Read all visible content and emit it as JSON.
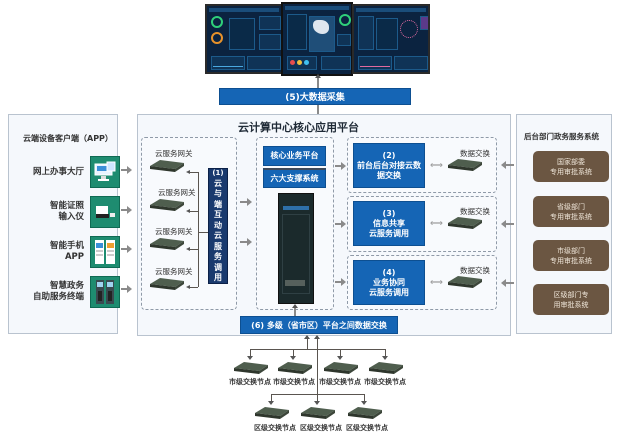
{
  "top": {
    "bigdata_label": "(5)大数据采集",
    "screens": [
      "dashboard-screen-left",
      "dashboard-screen-center",
      "dashboard-screen-right"
    ]
  },
  "left_panel": {
    "title": "云端设备客户端（APP）",
    "items": [
      {
        "lines": [
          "网上办事大厅"
        ],
        "icon": "desktop-monitor-icon"
      },
      {
        "lines": [
          "智能证照",
          "输入仪"
        ],
        "icon": "scanner-icon"
      },
      {
        "lines": [
          "智能手机",
          "APP"
        ],
        "icon": "mobile-app-icon"
      },
      {
        "lines": [
          "智慧政务",
          "自助服务终端"
        ],
        "icon": "kiosk-terminal-icon"
      }
    ]
  },
  "center": {
    "title": "云计算中心核心应用平台",
    "gateways": [
      "云服务网关",
      "云服务网关",
      "云服务网关",
      "云服务网关"
    ],
    "interaction_box": {
      "number": "(1)",
      "text": [
        "云",
        "与",
        "端",
        "互",
        "动",
        "云",
        "服",
        "务",
        "调",
        "用"
      ]
    },
    "core": {
      "business_platform": "核心业务平台",
      "support_systems": "六大支撑系统"
    },
    "services": [
      {
        "number": "(2)",
        "lines": [
          "前台后台对接云数",
          "据交换"
        ],
        "exchange_label": "数据交换"
      },
      {
        "number": "(3)",
        "lines": [
          "信息共享",
          "云服务调用"
        ],
        "exchange_label": "数据交换"
      },
      {
        "number": "(4)",
        "lines": [
          "业务协同",
          "云服务调用"
        ],
        "exchange_label": "数据交换"
      }
    ],
    "multilevel_label": "(6) 多级（省市区）平台之间数据交换"
  },
  "right_panel": {
    "title": "后台部门政务服务系统",
    "items": [
      {
        "lines": [
          "国家部委",
          "专用审批系统"
        ]
      },
      {
        "lines": [
          "省级部门",
          "专用审批系统"
        ]
      },
      {
        "lines": [
          "市级部门",
          "专用审批系统"
        ]
      },
      {
        "lines": [
          "区级部门专",
          "用审批系统"
        ]
      }
    ]
  },
  "bottom": {
    "city_nodes": [
      "市级交换节点",
      "市级交换节点",
      "市级交换节点",
      "市级交换节点"
    ],
    "district_nodes": [
      "区级交换节点",
      "区级交换节点",
      "区级交换节点"
    ]
  },
  "colors": {
    "primary_blue": "#1565b5",
    "dark_navy": "#1a3a6e",
    "brown": "#6b5642",
    "teal_icon": "#1e8c70"
  }
}
